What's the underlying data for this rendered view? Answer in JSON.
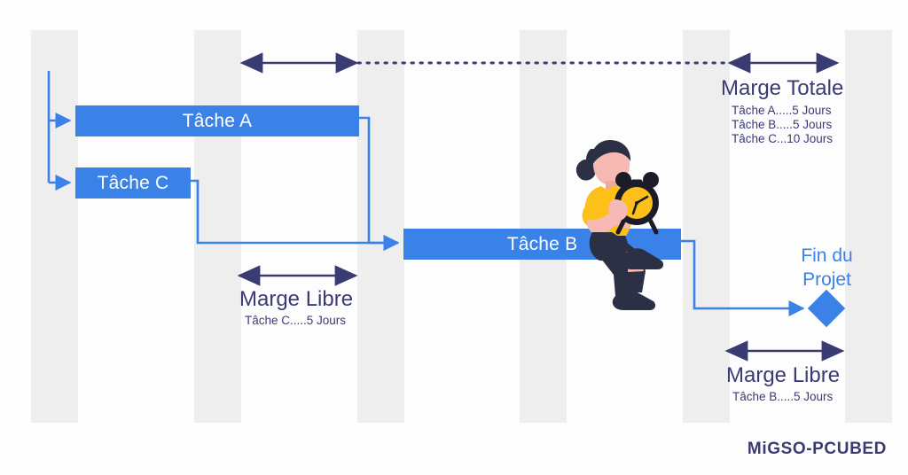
{
  "diagram": {
    "title_visible": false,
    "background_color": "#fdfdfe",
    "stripe_color": "#eeeeee",
    "bar_color": "#3b82e8",
    "arrow_color": "#3b3b74",
    "link_color": "#3b82e8"
  },
  "tasks": [
    {
      "id": "a",
      "label": "Tâche A"
    },
    {
      "id": "c",
      "label": "Tâche C"
    },
    {
      "id": "b",
      "label": "Tâche B"
    }
  ],
  "annotations": {
    "marge_totale": {
      "title": "Marge Totale",
      "lines": [
        "Tâche A.....5 Jours",
        "Tâche B.....5 Jours",
        "Tâche C...10 Jours"
      ]
    },
    "marge_libre_c": {
      "title": "Marge Libre",
      "lines": [
        "Tâche C.....5 Jours"
      ]
    },
    "marge_libre_b": {
      "title": "Marge Libre",
      "lines": [
        "Tâche B.....5 Jours"
      ]
    },
    "milestone": {
      "line1": "Fin du",
      "line2": "Projet"
    }
  },
  "logo": {
    "text": "MiGSO-PCUBED"
  }
}
